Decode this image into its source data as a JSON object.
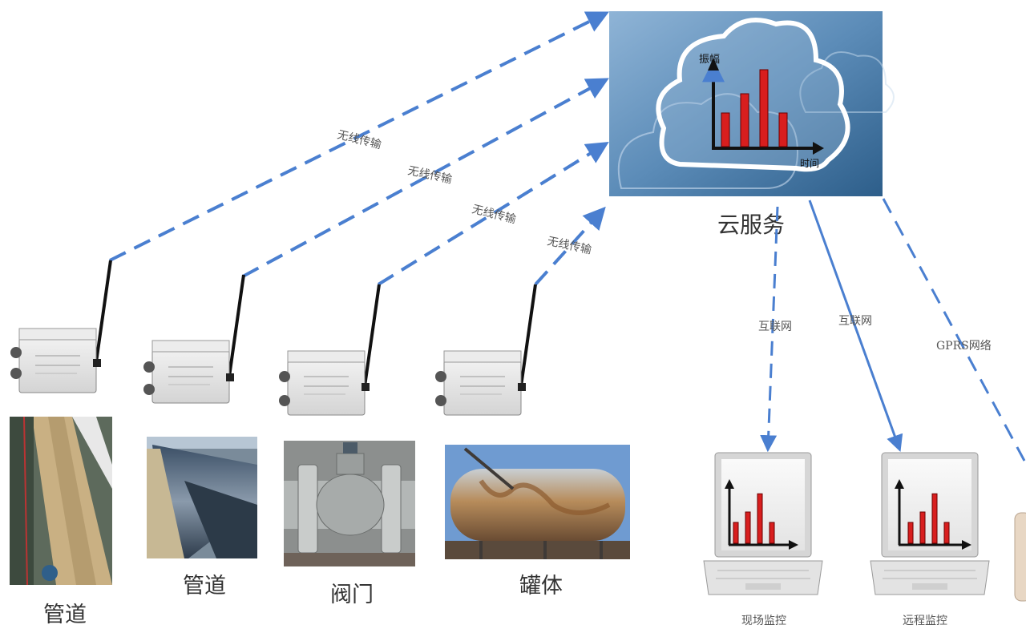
{
  "cloud": {
    "label": "云服务",
    "chart_y_label": "振幅",
    "chart_x_label": "时间",
    "chart_values": [
      0.35,
      0.55,
      0.8,
      0.35
    ]
  },
  "sensors": [
    {
      "caption": "管道",
      "link_label": "无线传输"
    },
    {
      "caption": "管道",
      "link_label": "无线传输"
    },
    {
      "caption": "阀门",
      "link_label": "无线传输"
    },
    {
      "caption": "罐体",
      "link_label": "无线传输"
    }
  ],
  "clients": [
    {
      "caption": "现场监控",
      "link_label": "互联网",
      "chart_values": [
        0.4,
        0.6,
        0.95,
        0.4
      ]
    },
    {
      "caption": "远程监控",
      "link_label": "互联网",
      "chart_values": [
        0.4,
        0.6,
        0.95,
        0.4
      ]
    },
    {
      "link_label": "GPRS网络"
    }
  ],
  "colors": {
    "link": "#4a7fd0",
    "bar": "#d81e1e",
    "cloud_bg": "#5c8cb8"
  }
}
